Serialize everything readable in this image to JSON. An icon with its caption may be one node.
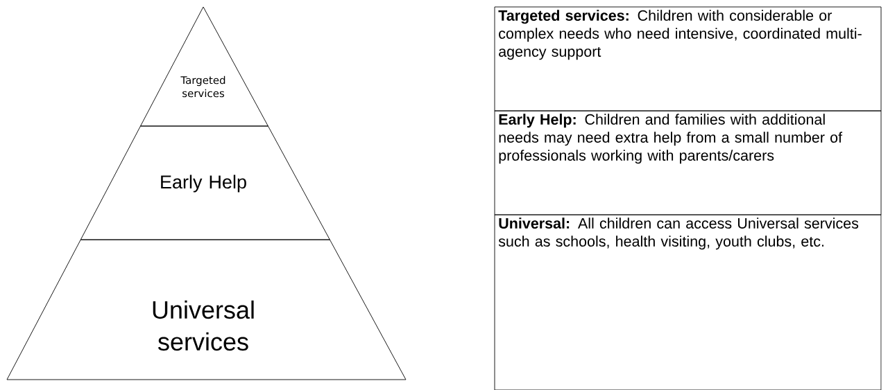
{
  "diagram": {
    "nodes": [
      {
        "text": [
          "Targeted services"
        ]
      },
      {
        "text": [
          "Early Help"
        ]
      },
      {
        "text": [
          "Universal services"
        ]
      },
      {
        "text": [
          "**Targeted services:** Children with considerable or complex needs who need intensive, coordinated multi-agency support"
        ]
      },
      {
        "text": [
          "**Early Help:** Children and families with additional needs may need extra help from a small number of professionals working with parents/carers"
        ]
      },
      {
        "text": [
          "**Universal:** All children can access Universal services such as schools, health visiting, youth clubs, etc."
        ]
      }
    ]
  }
}
